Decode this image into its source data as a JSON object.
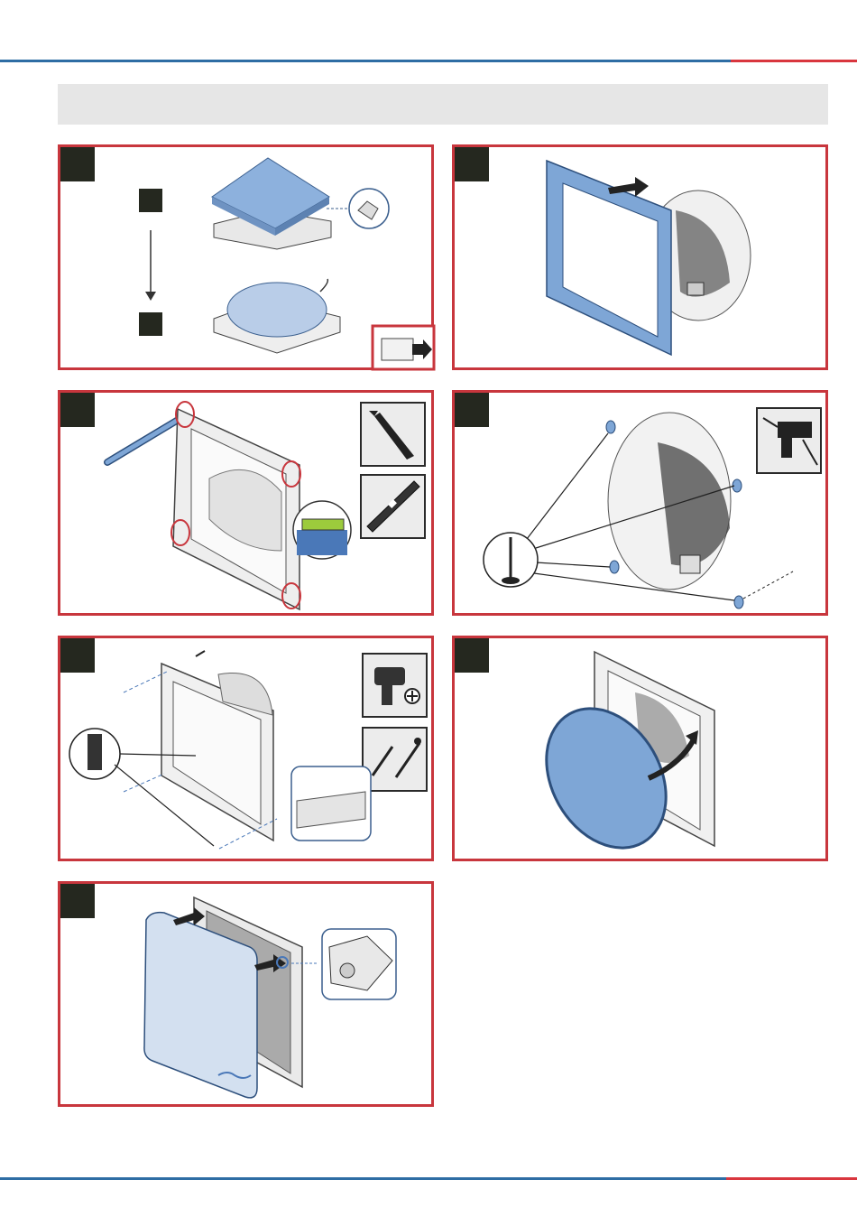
{
  "page": {
    "header_text": "",
    "accent_colors": {
      "blue": "#2e6da4",
      "red": "#d9363e",
      "panel_border": "#c8363d",
      "part_blue": "#7ea6d6"
    }
  },
  "steps": [
    {
      "number": "",
      "illustration": "cover-removal"
    },
    {
      "number": "",
      "illustration": "frame-separation"
    },
    {
      "number": "",
      "illustration": "frame-marking",
      "tools": [
        "pencil-icon",
        "spirit-level-icon"
      ]
    },
    {
      "number": "",
      "illustration": "drilling-holes",
      "tools": [
        "drill-icon"
      ]
    },
    {
      "number": "",
      "illustration": "screw-fixing",
      "tools": [
        "screwdriver-icon",
        "screws-icon"
      ]
    },
    {
      "number": "",
      "illustration": "panel-mounting"
    },
    {
      "number": "",
      "illustration": "cover-attach"
    }
  ]
}
